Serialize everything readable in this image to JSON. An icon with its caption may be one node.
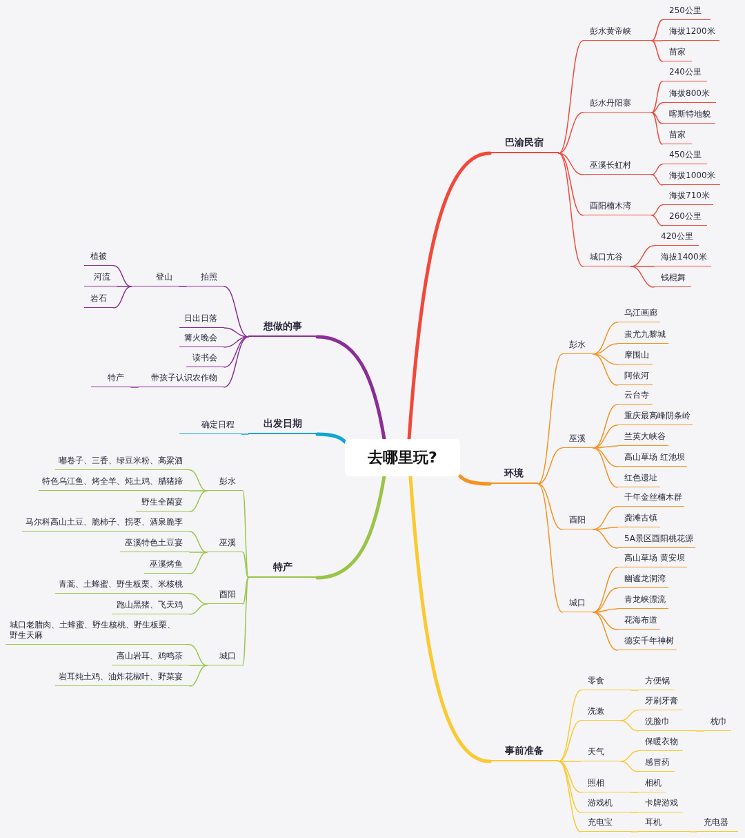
{
  "diagram": {
    "nodes": [
      {
        "text": [
          "去哪里玩?"
        ]
      },
      {
        "text": [
          "巴渝民宿"
        ]
      },
      {
        "text": [
          "彭水黄帝峡"
        ]
      },
      {
        "text": [
          "250公里"
        ]
      },
      {
        "text": [
          "海拔1200米"
        ]
      },
      {
        "text": [
          "苗家"
        ]
      },
      {
        "text": [
          "彭水丹阳寨"
        ]
      },
      {
        "text": [
          "240公里"
        ]
      },
      {
        "text": [
          "海拔800米"
        ]
      },
      {
        "text": [
          "喀斯特地貌"
        ]
      },
      {
        "text": [
          "苗家"
        ]
      },
      {
        "text": [
          "巫溪长虹村"
        ]
      },
      {
        "text": [
          "450公里"
        ]
      },
      {
        "text": [
          "海拔1000米"
        ]
      },
      {
        "text": [
          "酉阳楠木湾"
        ]
      },
      {
        "text": [
          "海拔710米"
        ]
      },
      {
        "text": [
          "260公里"
        ]
      },
      {
        "text": [
          "城口亢谷"
        ]
      },
      {
        "text": [
          "420公里"
        ]
      },
      {
        "text": [
          "海拔1400米"
        ]
      },
      {
        "text": [
          "钱棍舞"
        ]
      },
      {
        "text": [
          "环境"
        ]
      },
      {
        "text": [
          "彭水"
        ]
      },
      {
        "text": [
          "乌江画廊"
        ]
      },
      {
        "text": [
          "蚩尤九黎城"
        ]
      },
      {
        "text": [
          "摩围山"
        ]
      },
      {
        "text": [
          "阿依河"
        ]
      },
      {
        "text": [
          "巫溪"
        ]
      },
      {
        "text": [
          "云台寺"
        ]
      },
      {
        "text": [
          "重庆最高峰阴条岭"
        ]
      },
      {
        "text": [
          "兰英大峡谷"
        ]
      },
      {
        "text": [
          "高山草场 红池坝"
        ]
      },
      {
        "text": [
          "红色遗址"
        ]
      },
      {
        "text": [
          "酉阳"
        ]
      },
      {
        "text": [
          "千年金丝楠木群"
        ]
      },
      {
        "text": [
          "龚滩古镇"
        ]
      },
      {
        "text": [
          "5A景区酉阳桃花源"
        ]
      },
      {
        "text": [
          "城口"
        ]
      },
      {
        "text": [
          "高山草场 黄安坝"
        ]
      },
      {
        "text": [
          "幽谧龙洞湾"
        ]
      },
      {
        "text": [
          "青龙峡漂流"
        ]
      },
      {
        "text": [
          "花海布道"
        ]
      },
      {
        "text": [
          "德安千年神树"
        ]
      },
      {
        "text": [
          "事前准备"
        ]
      },
      {
        "text": [
          "零食"
        ]
      },
      {
        "text": [
          "方便锅"
        ]
      },
      {
        "text": [
          "洗漱"
        ]
      },
      {
        "text": [
          "牙刷牙膏"
        ]
      },
      {
        "text": [
          "洗脸巾"
        ]
      },
      {
        "text": [
          "枕巾"
        ]
      },
      {
        "text": [
          "天气"
        ]
      },
      {
        "text": [
          "保暖衣物"
        ]
      },
      {
        "text": [
          "感冒药"
        ]
      },
      {
        "text": [
          "照相"
        ]
      },
      {
        "text": [
          "相机"
        ]
      },
      {
        "text": [
          "游戏机"
        ]
      },
      {
        "text": [
          "卡牌游戏"
        ]
      },
      {
        "text": [
          "充电宝"
        ]
      },
      {
        "text": [
          "耳机"
        ]
      },
      {
        "text": [
          "充电器"
        ]
      },
      {
        "text": [
          "想做的事"
        ]
      },
      {
        "text": [
          "拍照"
        ]
      },
      {
        "text": [
          "登山"
        ]
      },
      {
        "text": [
          "植被"
        ]
      },
      {
        "text": [
          "河流"
        ]
      },
      {
        "text": [
          "岩石"
        ]
      },
      {
        "text": [
          "日出日落"
        ]
      },
      {
        "text": [
          "篝火晚会"
        ]
      },
      {
        "text": [
          "读书会"
        ]
      },
      {
        "text": [
          "带孩子认识农作物"
        ]
      },
      {
        "text": [
          "特产"
        ]
      },
      {
        "text": [
          "出发日期"
        ]
      },
      {
        "text": [
          "确定日程"
        ]
      },
      {
        "text": [
          "特产"
        ]
      },
      {
        "text": [
          "彭水"
        ]
      },
      {
        "text": [
          "嘟卷子、三香、绿豆米粉、高粱酒"
        ]
      },
      {
        "text": [
          "特色乌江鱼、烤全羊、炖土鸡、腊猪蹄"
        ]
      },
      {
        "text": [
          "野生全菌宴"
        ]
      },
      {
        "text": [
          "巫溪"
        ]
      },
      {
        "text": [
          "马尔科高山土豆、脆柿子、拐枣、酒泉脆李"
        ]
      },
      {
        "text": [
          "巫溪特色土豆宴"
        ]
      },
      {
        "text": [
          "巫溪烤鱼"
        ]
      },
      {
        "text": [
          "酉阳"
        ]
      },
      {
        "text": [
          "青蒿、土蜂蜜、野生板栗、米核桃"
        ]
      },
      {
        "text": [
          "跑山黑猪、飞天鸡"
        ]
      },
      {
        "text": [
          "城口"
        ]
      },
      {
        "text": [
          "城口老腊肉、土蜂蜜、野生核桃、野生板栗、野生天麻"
        ]
      },
      {
        "text": [
          "高山岩耳、鸡鸣茶"
        ]
      },
      {
        "text": [
          "岩耳炖土鸡、油炸花椒叶、野菜宴"
        ]
      }
    ],
    "edges": [
      {
        "from": 0,
        "to": 1,
        "arrow": "none",
        "style": "thick",
        "color": "#f0493a"
      },
      {
        "from": 0,
        "to": 21,
        "arrow": "none",
        "style": "thick",
        "color": "#f7921e"
      },
      {
        "from": 0,
        "to": 43,
        "arrow": "none",
        "style": "thick",
        "color": "#fbc930"
      },
      {
        "from": 0,
        "to": 60,
        "arrow": "none",
        "style": "thick",
        "color": "#8b2d97"
      },
      {
        "from": 0,
        "to": 71,
        "arrow": "none",
        "style": "thick",
        "color": "#0fa6d6"
      },
      {
        "from": 0,
        "to": 73,
        "arrow": "none",
        "style": "thick",
        "color": "#9ac447"
      },
      {
        "from": 1,
        "to": 2,
        "arrow": "none",
        "color": "#f0493a"
      },
      {
        "from": 2,
        "to": 3,
        "arrow": "none",
        "color": "#f0493a"
      },
      {
        "from": 2,
        "to": 4,
        "arrow": "none",
        "color": "#f0493a"
      },
      {
        "from": 2,
        "to": 5,
        "arrow": "none",
        "color": "#f0493a"
      },
      {
        "from": 1,
        "to": 6,
        "arrow": "none",
        "color": "#f0493a"
      },
      {
        "from": 6,
        "to": 7,
        "arrow": "none",
        "color": "#f0493a"
      },
      {
        "from": 6,
        "to": 8,
        "arrow": "none",
        "color": "#f0493a"
      },
      {
        "from": 6,
        "to": 9,
        "arrow": "none",
        "color": "#f0493a"
      },
      {
        "from": 6,
        "to": 10,
        "arrow": "none",
        "color": "#f0493a"
      },
      {
        "from": 1,
        "to": 11,
        "arrow": "none",
        "color": "#f0493a"
      },
      {
        "from": 11,
        "to": 12,
        "arrow": "none",
        "color": "#f0493a"
      },
      {
        "from": 11,
        "to": 13,
        "arrow": "none",
        "color": "#f0493a"
      },
      {
        "from": 1,
        "to": 14,
        "arrow": "none",
        "color": "#f0493a"
      },
      {
        "from": 14,
        "to": 15,
        "arrow": "none",
        "color": "#f0493a"
      },
      {
        "from": 14,
        "to": 16,
        "arrow": "none",
        "color": "#f0493a"
      },
      {
        "from": 1,
        "to": 17,
        "arrow": "none",
        "color": "#f0493a"
      },
      {
        "from": 17,
        "to": 18,
        "arrow": "none",
        "color": "#f0493a"
      },
      {
        "from": 17,
        "to": 19,
        "arrow": "none",
        "color": "#f0493a"
      },
      {
        "from": 17,
        "to": 20,
        "arrow": "none",
        "color": "#f0493a"
      },
      {
        "from": 21,
        "to": 22,
        "arrow": "none",
        "color": "#f7921e"
      },
      {
        "from": 22,
        "to": 23,
        "arrow": "none",
        "color": "#f7921e"
      },
      {
        "from": 22,
        "to": 24,
        "arrow": "none",
        "color": "#f7921e"
      },
      {
        "from": 22,
        "to": 25,
        "arrow": "none",
        "color": "#f7921e"
      },
      {
        "from": 22,
        "to": 26,
        "arrow": "none",
        "color": "#f7921e"
      },
      {
        "from": 21,
        "to": 27,
        "arrow": "none",
        "color": "#f7921e"
      },
      {
        "from": 27,
        "to": 28,
        "arrow": "none",
        "color": "#f7921e"
      },
      {
        "from": 27,
        "to": 29,
        "arrow": "none",
        "color": "#f7921e"
      },
      {
        "from": 27,
        "to": 30,
        "arrow": "none",
        "color": "#f7921e"
      },
      {
        "from": 27,
        "to": 31,
        "arrow": "none",
        "color": "#f7921e"
      },
      {
        "from": 27,
        "to": 32,
        "arrow": "none",
        "color": "#f7921e"
      },
      {
        "from": 21,
        "to": 33,
        "arrow": "none",
        "color": "#f7921e"
      },
      {
        "from": 33,
        "to": 34,
        "arrow": "none",
        "color": "#f7921e"
      },
      {
        "from": 33,
        "to": 35,
        "arrow": "none",
        "color": "#f7921e"
      },
      {
        "from": 33,
        "to": 36,
        "arrow": "none",
        "color": "#f7921e"
      },
      {
        "from": 21,
        "to": 37,
        "arrow": "none",
        "color": "#f7921e"
      },
      {
        "from": 37,
        "to": 38,
        "arrow": "none",
        "color": "#f7921e"
      },
      {
        "from": 37,
        "to": 39,
        "arrow": "none",
        "color": "#f7921e"
      },
      {
        "from": 37,
        "to": 40,
        "arrow": "none",
        "color": "#f7921e"
      },
      {
        "from": 37,
        "to": 41,
        "arrow": "none",
        "color": "#f7921e"
      },
      {
        "from": 37,
        "to": 42,
        "arrow": "none",
        "color": "#f7921e"
      },
      {
        "from": 43,
        "to": 44,
        "arrow": "none",
        "color": "#fbc930"
      },
      {
        "from": 44,
        "to": 45,
        "arrow": "none",
        "color": "#fbc930"
      },
      {
        "from": 43,
        "to": 46,
        "arrow": "none",
        "color": "#fbc930"
      },
      {
        "from": 46,
        "to": 47,
        "arrow": "none",
        "color": "#fbc930"
      },
      {
        "from": 46,
        "to": 48,
        "arrow": "none",
        "color": "#fbc930"
      },
      {
        "from": 48,
        "to": 49,
        "arrow": "none",
        "color": "#fbc930"
      },
      {
        "from": 43,
        "to": 50,
        "arrow": "none",
        "color": "#fbc930"
      },
      {
        "from": 50,
        "to": 51,
        "arrow": "none",
        "color": "#fbc930"
      },
      {
        "from": 50,
        "to": 52,
        "arrow": "none",
        "color": "#fbc930"
      },
      {
        "from": 43,
        "to": 53,
        "arrow": "none",
        "color": "#fbc930"
      },
      {
        "from": 53,
        "to": 54,
        "arrow": "none",
        "color": "#fbc930"
      },
      {
        "from": 43,
        "to": 55,
        "arrow": "none",
        "color": "#fbc930"
      },
      {
        "from": 55,
        "to": 56,
        "arrow": "none",
        "color": "#fbc930"
      },
      {
        "from": 43,
        "to": 57,
        "arrow": "none",
        "color": "#fbc930"
      },
      {
        "from": 57,
        "to": 58,
        "arrow": "none",
        "color": "#fbc930"
      },
      {
        "from": 58,
        "to": 59,
        "arrow": "none",
        "color": "#fbc930"
      },
      {
        "from": 60,
        "to": 61,
        "arrow": "none",
        "color": "#8b2d97"
      },
      {
        "from": 61,
        "to": 62,
        "arrow": "none",
        "color": "#8b2d97"
      },
      {
        "from": 62,
        "to": 63,
        "arrow": "none",
        "color": "#8b2d97"
      },
      {
        "from": 62,
        "to": 64,
        "arrow": "none",
        "color": "#8b2d97"
      },
      {
        "from": 62,
        "to": 65,
        "arrow": "none",
        "color": "#8b2d97"
      },
      {
        "from": 60,
        "to": 66,
        "arrow": "none",
        "color": "#8b2d97"
      },
      {
        "from": 60,
        "to": 67,
        "arrow": "none",
        "color": "#8b2d97"
      },
      {
        "from": 60,
        "to": 68,
        "arrow": "none",
        "color": "#8b2d97"
      },
      {
        "from": 60,
        "to": 69,
        "arrow": "none",
        "color": "#8b2d97"
      },
      {
        "from": 69,
        "to": 70,
        "arrow": "none",
        "color": "#8b2d97"
      },
      {
        "from": 71,
        "to": 72,
        "arrow": "none",
        "color": "#0fa6d6"
      },
      {
        "from": 73,
        "to": 74,
        "arrow": "none",
        "color": "#9ac447"
      },
      {
        "from": 74,
        "to": 75,
        "arrow": "none",
        "color": "#9ac447"
      },
      {
        "from": 74,
        "to": 76,
        "arrow": "none",
        "color": "#9ac447"
      },
      {
        "from": 74,
        "to": 77,
        "arrow": "none",
        "color": "#9ac447"
      },
      {
        "from": 73,
        "to": 78,
        "arrow": "none",
        "color": "#9ac447"
      },
      {
        "from": 78,
        "to": 79,
        "arrow": "none",
        "color": "#9ac447"
      },
      {
        "from": 78,
        "to": 80,
        "arrow": "none",
        "color": "#9ac447"
      },
      {
        "from": 78,
        "to": 81,
        "arrow": "none",
        "color": "#9ac447"
      },
      {
        "from": 73,
        "to": 82,
        "arrow": "none",
        "color": "#9ac447"
      },
      {
        "from": 82,
        "to": 83,
        "arrow": "none",
        "color": "#9ac447"
      },
      {
        "from": 82,
        "to": 84,
        "arrow": "none",
        "color": "#9ac447"
      },
      {
        "from": 73,
        "to": 85,
        "arrow": "none",
        "color": "#9ac447"
      },
      {
        "from": 85,
        "to": 86,
        "arrow": "none",
        "color": "#9ac447"
      },
      {
        "from": 85,
        "to": 87,
        "arrow": "none",
        "color": "#9ac447"
      },
      {
        "from": 85,
        "to": 88,
        "arrow": "none",
        "color": "#9ac447"
      }
    ]
  }
}
